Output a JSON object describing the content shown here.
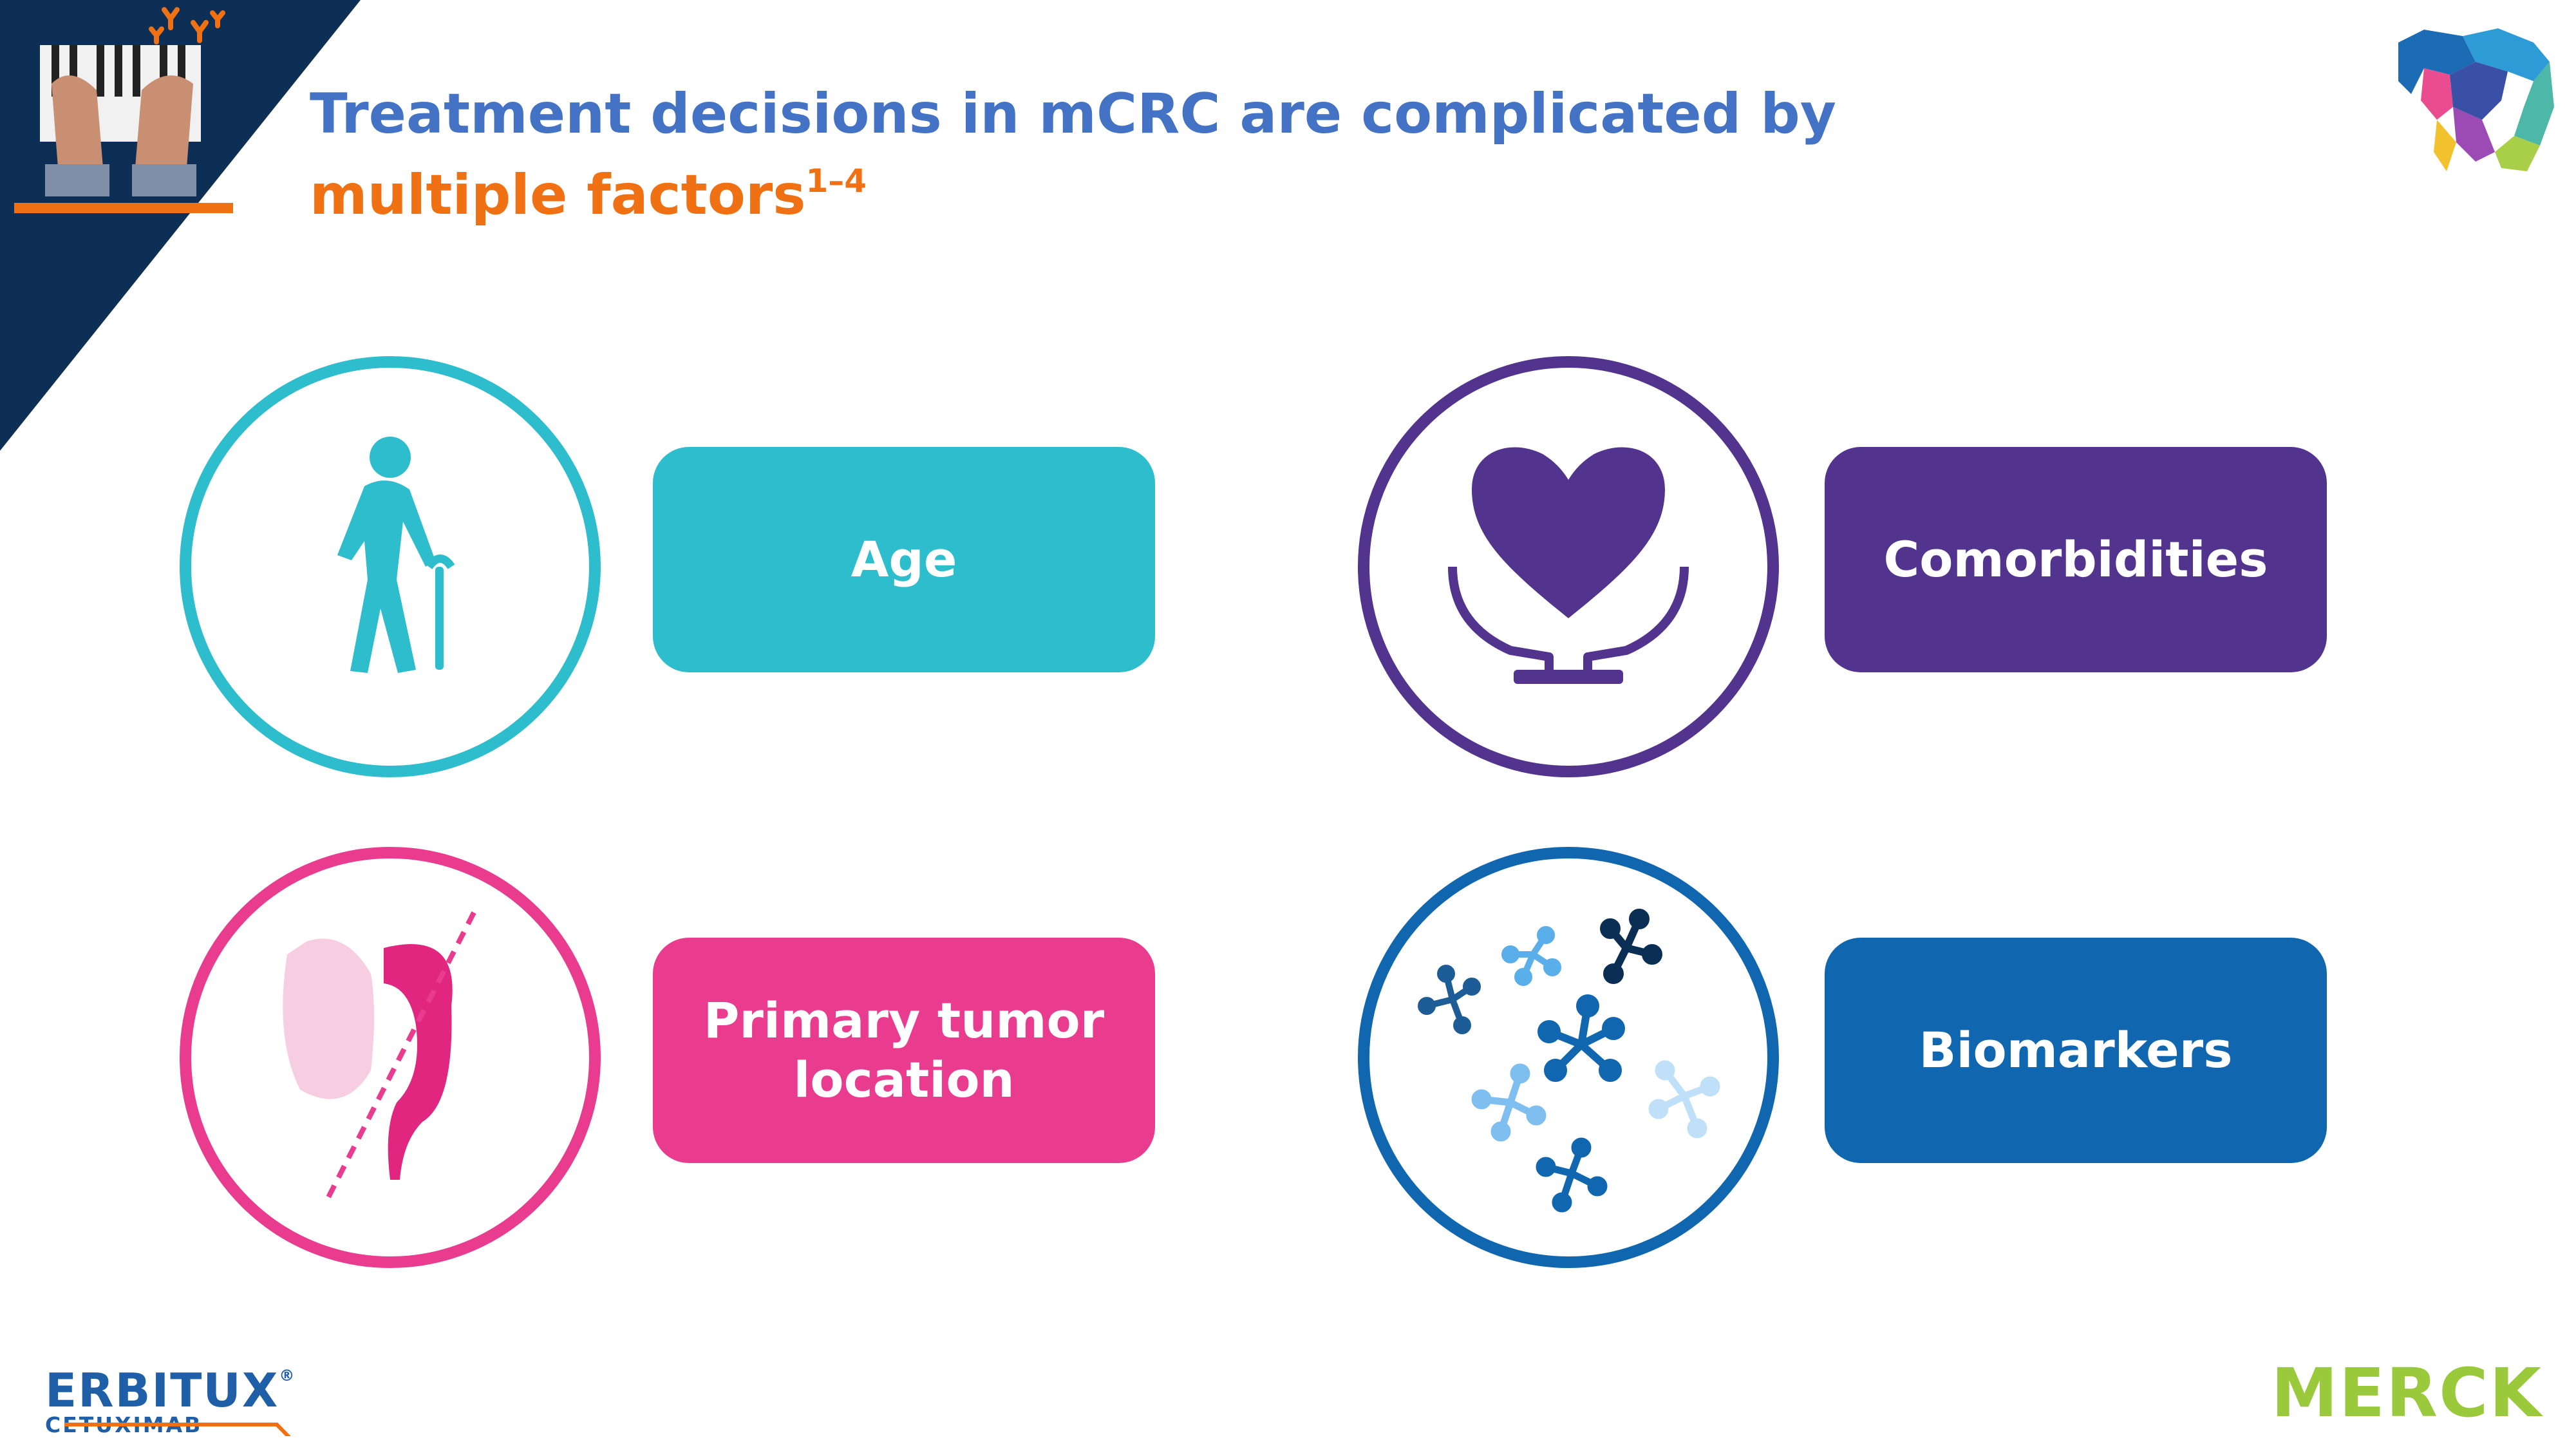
{
  "title": {
    "line1": "Treatment decisions in mCRC are complicated by",
    "line2": "multiple factors",
    "superscript": "1–4"
  },
  "factors": {
    "age": {
      "label": "Age",
      "color": "#2EBDCD"
    },
    "comorbidities": {
      "label": "Comorbidities",
      "color": "#52348F"
    },
    "tumor_location": {
      "label": "Primary tumor location",
      "color": "#E93C8F"
    },
    "biomarkers": {
      "label": "Biomarkers",
      "color": "#1067AF"
    }
  },
  "brand": {
    "erbitux_name": "ERBITUX",
    "erbitux_reg": "®",
    "erbitux_generic": "CETUXIMAB",
    "merck": "MERCK",
    "blue": "#4472C4",
    "orange": "#F07113",
    "green": "#9ACA3C"
  }
}
